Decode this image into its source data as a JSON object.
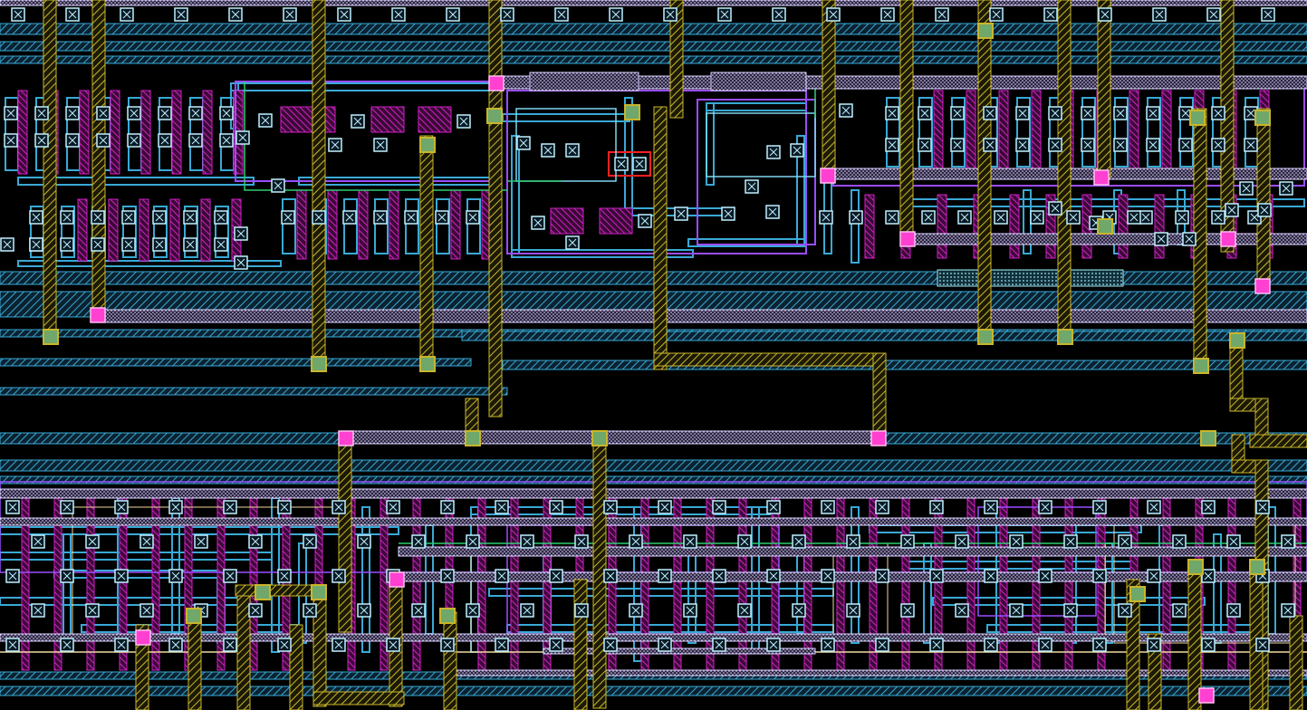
{
  "view": {
    "kind": "ic-layout-canvas",
    "background": "#000000"
  },
  "layers": [
    {
      "name": "metal1",
      "color": "#39a9d6",
      "fill": "hatch"
    },
    {
      "name": "metal2",
      "color": "#c8b4ff",
      "fill": "dots"
    },
    {
      "name": "metal3",
      "color": "#c9b52b",
      "fill": "hatch"
    },
    {
      "name": "poly",
      "color": "#d21fc7",
      "fill": "hatch"
    },
    {
      "name": "nwell",
      "color": "#9a4dff",
      "fill": "outline"
    },
    {
      "name": "active",
      "color": "#7fd6f0",
      "fill": "outline"
    },
    {
      "name": "via",
      "color": "#ff40d0",
      "fill": "solid"
    },
    {
      "name": "contact",
      "color": "#bfefff",
      "fill": "x-box"
    },
    {
      "name": "diff-outline",
      "color": "#f0d9a0",
      "fill": "outline"
    },
    {
      "name": "green-wire",
      "color": "#2ecc71",
      "fill": "line"
    },
    {
      "name": "red-highlight",
      "color": "#ff2020",
      "fill": "outline"
    }
  ]
}
